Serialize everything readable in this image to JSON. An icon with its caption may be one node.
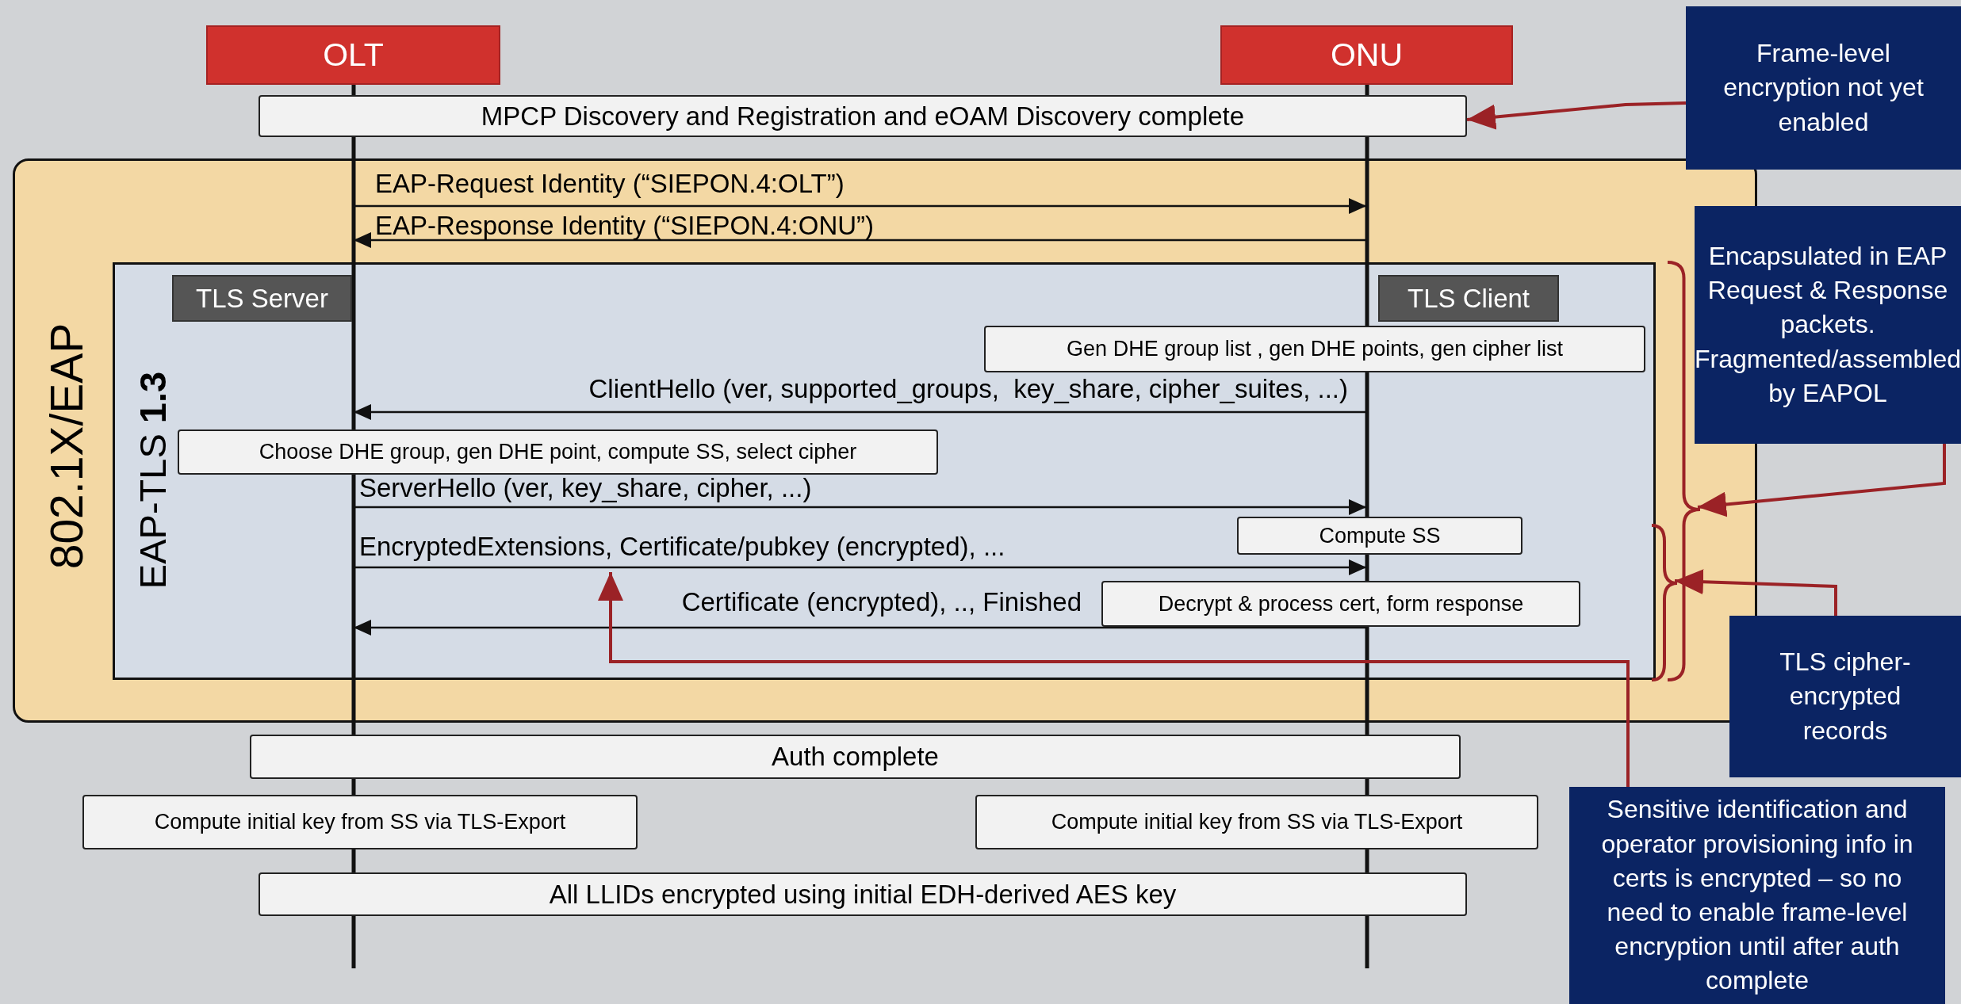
{
  "diagram": {
    "nodes": [
      {
        "text": [
          "OLT"
        ]
      },
      {
        "text": [
          "ONU"
        ]
      },
      {
        "text": [
          "MPCP Discovery and Registration and eOAM Discovery complete"
        ]
      },
      {
        "text": [
          "802.1X/EAP"
        ]
      },
      {
        "text": [
          "EAP-TLS **1.3**"
        ],
        "in": 3
      },
      {
        "text": [
          "TLS Server"
        ],
        "in": 4
      },
      {
        "text": [
          "TLS Client"
        ],
        "in": 4
      },
      {
        "text": [
          "Gen DHE group list , gen DHE points, gen cipher list"
        ],
        "in": 4
      },
      {
        "text": [
          "Choose DHE group, gen DHE point, compute SS, select cipher"
        ],
        "in": 4
      },
      {
        "text": [
          "Compute SS"
        ]
      },
      {
        "text": [
          "Decrypt & process cert, form response"
        ],
        "in": 4
      },
      {
        "text": [
          "Auth complete"
        ]
      },
      {
        "text": [
          "Compute initial key from SS via TLS-Export"
        ]
      },
      {
        "text": [
          "Compute initial key from SS via TLS-Export"
        ]
      },
      {
        "text": [
          "All LLIDs encrypted using initial EDH-derived AES key"
        ]
      },
      {
        "text": [
          "Frame-level encryption not yet enabled"
        ]
      },
      {
        "text": [
          "Encapsulated in EAP Request & Response packets. Fragmented/assembled by EAPOL"
        ]
      },
      {
        "text": [
          "TLS cipher-encrypted records"
        ]
      },
      {
        "text": [
          "Sensitive identification and operator provisioning info in certs is encrypted – so no need to enable frame-level encryption until after auth complete"
        ]
      },
      {
        "text": [],
        "shape": "brace",
        "in": 3
      },
      {
        "text": [],
        "shape": "brace",
        "in": 3
      }
    ],
    "edges": [
      {
        "from": 15,
        "to": 2,
        "arrow": "to",
        "color": "#9b2226"
      },
      {
        "from": 0,
        "to": 1,
        "arrow": "to",
        "label": "EAP-Request Identity (“SIEPON.4:OLT”)"
      },
      {
        "from": 1,
        "to": 0,
        "arrow": "to",
        "label": "EAP-Response Identity (“SIEPON.4:ONU”)"
      },
      {
        "from": 1,
        "to": 0,
        "arrow": "to",
        "label": "ClientHello (ver, supported_groups,  key_share, cipher_suites, ...)"
      },
      {
        "from": 0,
        "to": 1,
        "arrow": "to",
        "label": "ServerHello (ver, key_share, cipher, ...)"
      },
      {
        "from": 0,
        "to": 1,
        "arrow": "to",
        "label": "EncryptedExtensions, Certificate/pubkey (encrypted), ..."
      },
      {
        "from": 1,
        "to": 0,
        "arrow": "to",
        "label": "Certificate (encrypted), .., Finished"
      },
      {
        "from": 16,
        "to": 19,
        "arrow": "to",
        "color": "#9b2226"
      },
      {
        "from": 17,
        "to": 20,
        "arrow": "to",
        "color": "#9b2226"
      },
      {
        "from": 18,
        "to": null,
        "arrow": "to",
        "color": "#9b2226"
      }
    ]
  }
}
